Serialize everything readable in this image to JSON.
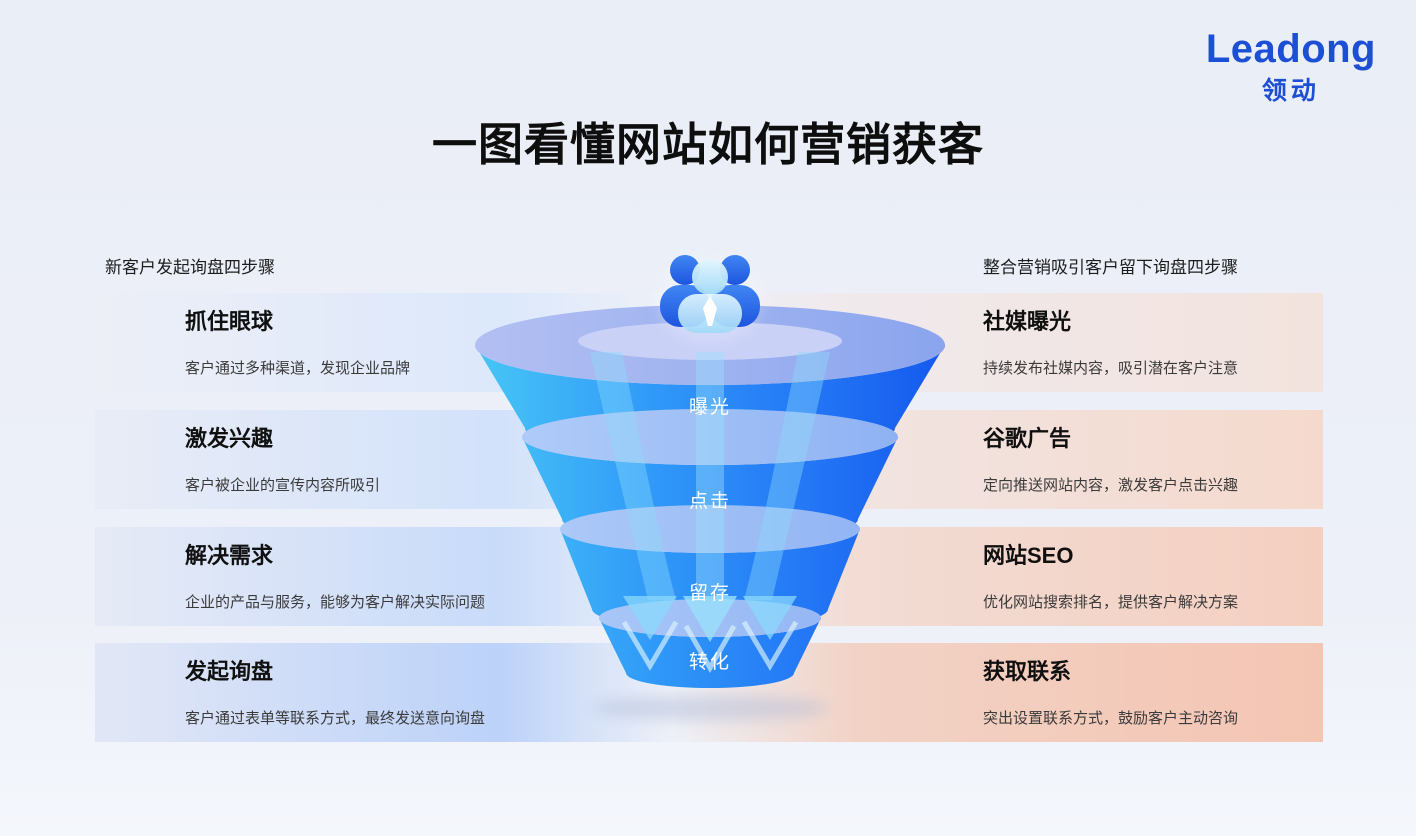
{
  "logo": {
    "name": "Leadong",
    "name_cn": "领动"
  },
  "title": "一图看懂网站如何营销获客",
  "left_section": {
    "header": "新客户发起询盘四步骤",
    "steps": [
      {
        "title": "抓住眼球",
        "desc": "客户通过多种渠道，发现企业品牌"
      },
      {
        "title": "激发兴趣",
        "desc": "客户被企业的宣传内容所吸引"
      },
      {
        "title": "解决需求",
        "desc": "企业的产品与服务，能够为客户解决实际问题"
      },
      {
        "title": "发起询盘",
        "desc": "客户通过表单等联系方式，最终发送意向询盘"
      }
    ]
  },
  "right_section": {
    "header": "整合营销吸引客户留下询盘四步骤",
    "steps": [
      {
        "title": "社媒曝光",
        "desc": "持续发布社媒内容，吸引潜在客户注意"
      },
      {
        "title": "谷歌广告",
        "desc": "定向推送网站内容，激发客户点击兴趣"
      },
      {
        "title": "网站SEO",
        "desc": "优化网站搜索排名，提供客户解决方案"
      },
      {
        "title": "获取联系",
        "desc": "突出设置联系方式，鼓励客户主动咨询"
      }
    ]
  },
  "funnel": {
    "stages": [
      "曝光",
      "点击",
      "留存",
      "转化"
    ],
    "icon": "people-group-icon"
  },
  "colors": {
    "brand_blue": "#1d4fd6",
    "funnel_cyan": "#47c6f6",
    "funnel_blue": "#1459ee",
    "funnel_rim": "#9fb3f0",
    "left_accent": "#bcd2f9",
    "right_accent": "#f4c5b3",
    "background": "#edf0f8",
    "title_text": "#0e0e0e",
    "stage_text": "#ffffff"
  }
}
